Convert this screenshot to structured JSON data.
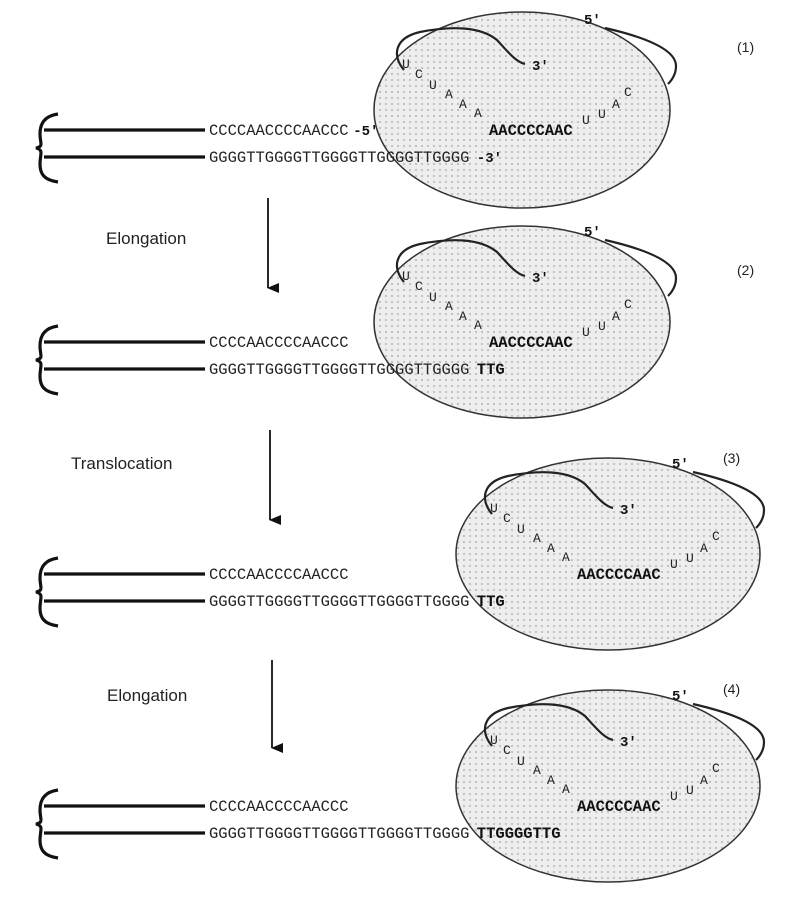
{
  "panels": [
    {
      "number": "(1)",
      "top": "CCCCAACCCCAACCC",
      "top_end": "-5'",
      "bottom": "GGGGTTGGGGTTGGGGTTGGGGTTGGGG",
      "bottom_bold": "",
      "bottom_end": "-3'",
      "rna_bold": "AACCCCAAC"
    },
    {
      "number": "(2)",
      "top": "CCCCAACCCCAACCC",
      "top_end": "",
      "bottom": "GGGGTTGGGGTTGGGGTTGGGGTTGGGG",
      "bottom_bold": "TTG",
      "bottom_end": "",
      "rna_bold": "AACCCCAAC"
    },
    {
      "number": "(3)",
      "top": "CCCCAACCCCAACCC",
      "top_end": "",
      "bottom": "GGGGTTGGGGTTGGGGTTGGGGTTGGGG",
      "bottom_bold": "TTG",
      "bottom_end": "",
      "rna_bold": "AACCCCAAC"
    },
    {
      "number": "(4)",
      "top": "CCCCAACCCCAACCC",
      "top_end": "",
      "bottom": "GGGGTTGGGGTTGGGGTTGGGGTTGGGG",
      "bottom_bold": "TTGGGGTTG",
      "bottom_end": "",
      "rna_bold": "AACCCCAAC"
    }
  ],
  "rna_loop_left": [
    "U",
    "C",
    "U",
    "A",
    "A",
    "A"
  ],
  "rna_loop_right": [
    "U",
    "U",
    "A",
    "C"
  ],
  "five_prime": "5'",
  "three_prime": "3'",
  "steps": [
    "Elongation",
    "Translocation",
    "Elongation"
  ]
}
